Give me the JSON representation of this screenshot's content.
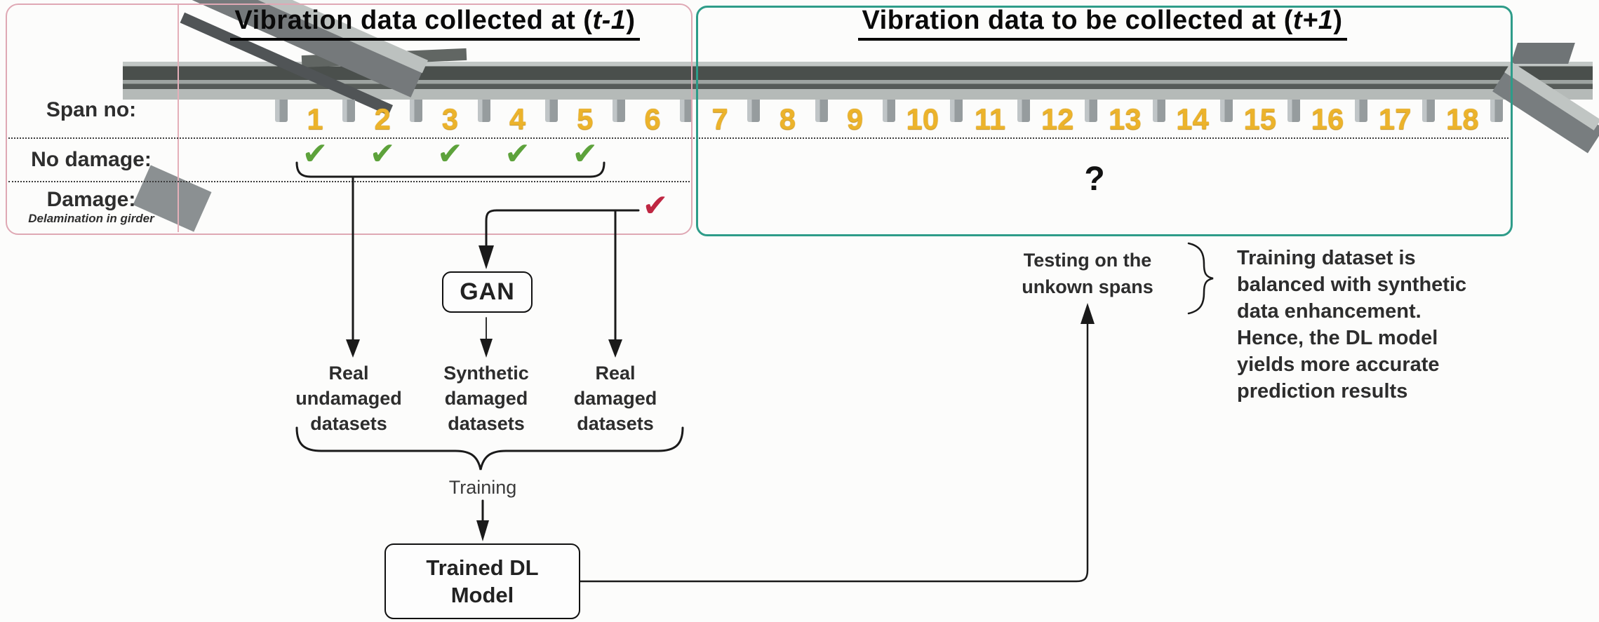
{
  "left_panel": {
    "title": {
      "prefix": "Vibration data collected at (",
      "var": "t-1",
      "suffix": ")"
    },
    "row_labels": {
      "span_no": "Span no:",
      "no_damage": "No damage:",
      "damage": "Damage:",
      "damage_note": "Delamination in girder"
    }
  },
  "right_panel": {
    "title": {
      "prefix": "Vibration data to be collected at (",
      "var": "t+1",
      "suffix": ")"
    },
    "question_mark": "?"
  },
  "bridge": {
    "span_numbers": [
      "1",
      "2",
      "3",
      "4",
      "5",
      "6",
      "7",
      "8",
      "9",
      "10",
      "11",
      "12",
      "13",
      "14",
      "15",
      "16",
      "17",
      "18"
    ],
    "no_damage_spans": [
      1,
      2,
      3,
      4,
      5
    ],
    "damage_spans": [
      6
    ],
    "check_icon": "✔"
  },
  "flow": {
    "gan_label": "GAN",
    "datasets": [
      {
        "lines": [
          "Real",
          "undamaged",
          "datasets"
        ]
      },
      {
        "lines": [
          "Synthetic",
          "damaged",
          "datasets"
        ]
      },
      {
        "lines": [
          "Real",
          "damaged",
          "datasets"
        ]
      }
    ],
    "training_label": "Training",
    "model_label_lines": [
      "Trained DL",
      "Model"
    ],
    "testing_label_lines": [
      "Testing on the",
      "unkown spans"
    ]
  },
  "note": {
    "lines": [
      "Training dataset is",
      "balanced with synthetic",
      "data enhancement.",
      "Hence, the DL model",
      "yields more accurate",
      "prediction results"
    ]
  },
  "colors": {
    "teal_border": "#2e9c89",
    "pink_border": "#dfa8b4",
    "span_gold": "#ecb32b",
    "green_check": "#5da23b",
    "red_check": "#bf2742",
    "line": "#1a1a1a"
  }
}
